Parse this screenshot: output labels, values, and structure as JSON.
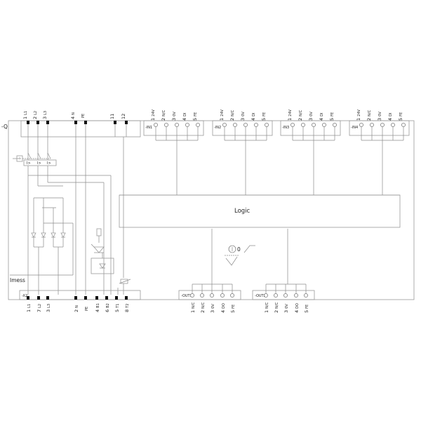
{
  "device_symbol": "-Q",
  "logic_label": "Logic",
  "imess_label": "Imess",
  "top_power": [
    {
      "num": "1",
      "name": "L1"
    },
    {
      "num": "2",
      "name": "L2"
    },
    {
      "num": "3",
      "name": "L3"
    },
    {
      "num": "4",
      "name": "N"
    },
    {
      "num": "",
      "name": "PE"
    },
    {
      "num": "11",
      "name": ""
    },
    {
      "num": "12",
      "name": ""
    }
  ],
  "inputs": [
    {
      "tag": "-IN1",
      "terms": [
        {
          "num": "1",
          "name": "24V"
        },
        {
          "num": "2",
          "name": "N/C"
        },
        {
          "num": "3",
          "name": "0V"
        },
        {
          "num": "4",
          "name": "DI"
        },
        {
          "num": "5",
          "name": "FE"
        }
      ]
    },
    {
      "tag": "-IN2",
      "terms": [
        {
          "num": "1",
          "name": "24V"
        },
        {
          "num": "2",
          "name": "N/C"
        },
        {
          "num": "3",
          "name": "0V"
        },
        {
          "num": "4",
          "name": "DI"
        },
        {
          "num": "5",
          "name": "FE"
        }
      ]
    },
    {
      "tag": "-IN3",
      "terms": [
        {
          "num": "1",
          "name": "24V"
        },
        {
          "num": "2",
          "name": "N/C"
        },
        {
          "num": "3",
          "name": "0V"
        },
        {
          "num": "4",
          "name": "DI"
        },
        {
          "num": "5",
          "name": "FE"
        }
      ]
    },
    {
      "tag": "-IN4",
      "terms": [
        {
          "num": "1",
          "name": "24V"
        },
        {
          "num": "2",
          "name": "N/C"
        },
        {
          "num": "3",
          "name": "0V"
        },
        {
          "num": "4",
          "name": "DI"
        },
        {
          "num": "5",
          "name": "FE"
        }
      ]
    }
  ],
  "x2": {
    "tag": "-X2",
    "terms": [
      {
        "num": "1",
        "name": "L1"
      },
      {
        "num": "7",
        "name": "L2"
      },
      {
        "num": "3",
        "name": "L3"
      },
      {
        "num": "2",
        "name": "N"
      },
      {
        "num": "",
        "name": "PE"
      },
      {
        "num": "4",
        "name": "B1"
      },
      {
        "num": "6",
        "name": "B2"
      },
      {
        "num": "5",
        "name": "T1"
      },
      {
        "num": "8",
        "name": "T2"
      }
    ]
  },
  "outputs": [
    {
      "tag": "-OUT1",
      "terms": [
        {
          "num": "1",
          "name": "N/C"
        },
        {
          "num": "2",
          "name": "N/C"
        },
        {
          "num": "3",
          "name": "0V"
        },
        {
          "num": "4",
          "name": "DO"
        },
        {
          "num": "5",
          "name": "FE"
        }
      ]
    },
    {
      "tag": "-OUT2",
      "terms": [
        {
          "num": "1",
          "name": "N/C"
        },
        {
          "num": "2",
          "name": "N/C"
        },
        {
          "num": "3",
          "name": "0V"
        },
        {
          "num": "4",
          "name": "DO"
        },
        {
          "num": "5",
          "name": "FE"
        }
      ]
    }
  ],
  "selector_label": "0",
  "breaker_marks": [
    "I>",
    "I>",
    "I>"
  ]
}
